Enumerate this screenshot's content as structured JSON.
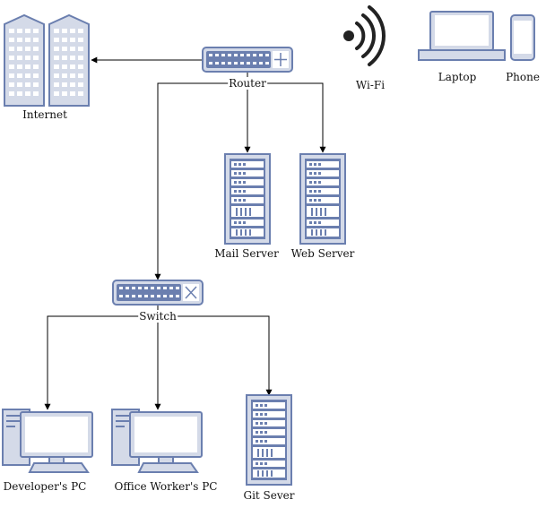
{
  "nodes": {
    "internet": {
      "label": "Internet",
      "icon": "building-icon"
    },
    "router": {
      "label": "Router",
      "icon": "router-icon"
    },
    "wifi": {
      "label": "Wi-Fi",
      "icon": "wifi-icon"
    },
    "laptop": {
      "label": "Laptop",
      "icon": "laptop-icon"
    },
    "phone": {
      "label": "Phone",
      "icon": "phone-icon"
    },
    "mail_server": {
      "label": "Mail Server",
      "icon": "server-rack-icon"
    },
    "web_server": {
      "label": "Web Server",
      "icon": "server-rack-icon"
    },
    "switch": {
      "label": "Switch",
      "icon": "switch-icon"
    },
    "developer_pc": {
      "label": "Developer's PC",
      "icon": "desktop-pc-icon"
    },
    "office_pc": {
      "label": "Office Worker's PC",
      "icon": "desktop-pc-icon"
    },
    "git_server": {
      "label": "Git Sever",
      "icon": "server-rack-icon"
    }
  },
  "colors": {
    "device_fill": "#d4dae8",
    "device_stroke": "#6b7faf",
    "line": "#000000"
  }
}
